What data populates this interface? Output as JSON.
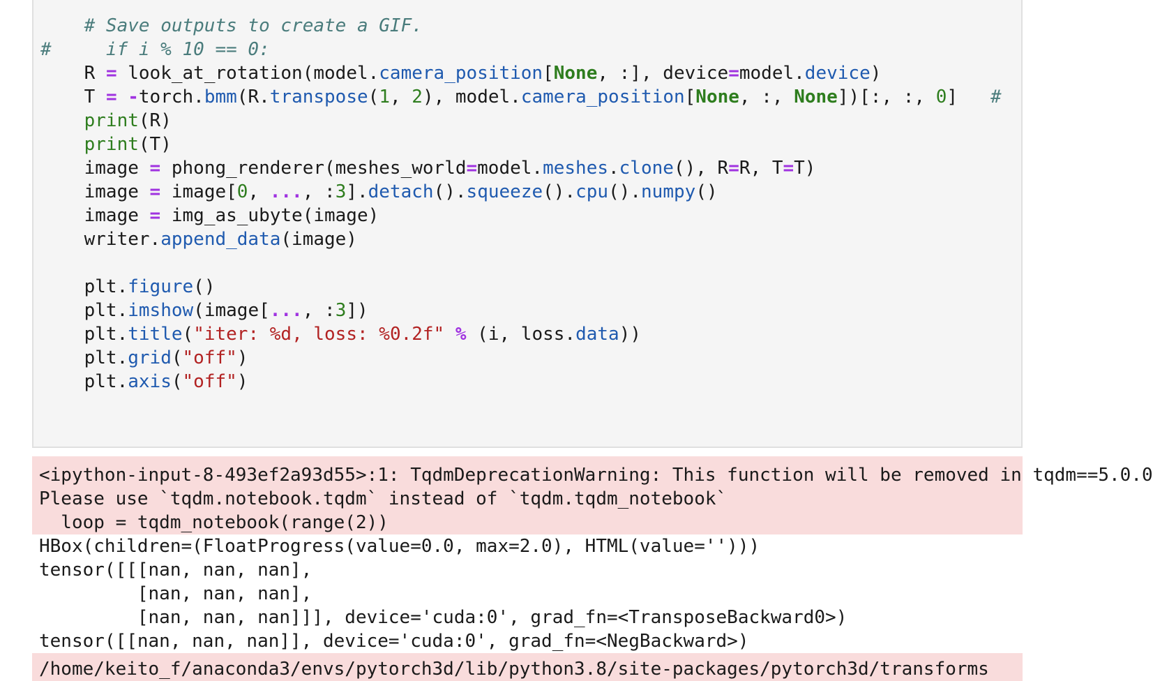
{
  "code_cell": {
    "lines": [
      {
        "indent": "    ",
        "tokens": [
          {
            "t": "# Save outputs to create a GIF.",
            "c": "cm"
          }
        ]
      },
      {
        "indent": "",
        "tokens": [
          {
            "t": "#     if i % 10 == 0:",
            "c": "cm"
          }
        ]
      },
      {
        "indent": "    ",
        "tokens": [
          {
            "t": "R ",
            "c": ""
          },
          {
            "t": "=",
            "c": "op"
          },
          {
            "t": " look_at_rotation(model.",
            "c": ""
          },
          {
            "t": "camera_position",
            "c": "fn"
          },
          {
            "t": "[",
            "c": ""
          },
          {
            "t": "None",
            "c": "kw"
          },
          {
            "t": ", :], device",
            "c": ""
          },
          {
            "t": "=",
            "c": "op"
          },
          {
            "t": "model.",
            "c": ""
          },
          {
            "t": "device",
            "c": "fn"
          },
          {
            "t": ")",
            "c": ""
          }
        ]
      },
      {
        "indent": "    ",
        "tokens": [
          {
            "t": "T ",
            "c": ""
          },
          {
            "t": "=",
            "c": "op"
          },
          {
            "t": " ",
            "c": ""
          },
          {
            "t": "-",
            "c": "op"
          },
          {
            "t": "torch.",
            "c": ""
          },
          {
            "t": "bmm",
            "c": "fn"
          },
          {
            "t": "(R.",
            "c": ""
          },
          {
            "t": "transpose",
            "c": "fn"
          },
          {
            "t": "(",
            "c": ""
          },
          {
            "t": "1",
            "c": "num"
          },
          {
            "t": ", ",
            "c": ""
          },
          {
            "t": "2",
            "c": "num"
          },
          {
            "t": "), model.",
            "c": ""
          },
          {
            "t": "camera_position",
            "c": "fn"
          },
          {
            "t": "[",
            "c": ""
          },
          {
            "t": "None",
            "c": "kw"
          },
          {
            "t": ", :, ",
            "c": ""
          },
          {
            "t": "None",
            "c": "kw"
          },
          {
            "t": "])[:, :, ",
            "c": ""
          },
          {
            "t": "0",
            "c": "num"
          },
          {
            "t": "]   ",
            "c": ""
          },
          {
            "t": "#",
            "c": "cm"
          }
        ]
      },
      {
        "indent": "    ",
        "tokens": [
          {
            "t": "print",
            "c": "bi"
          },
          {
            "t": "(R)",
            "c": ""
          }
        ]
      },
      {
        "indent": "    ",
        "tokens": [
          {
            "t": "print",
            "c": "bi"
          },
          {
            "t": "(T)",
            "c": ""
          }
        ]
      },
      {
        "indent": "    ",
        "tokens": [
          {
            "t": "image ",
            "c": ""
          },
          {
            "t": "=",
            "c": "op"
          },
          {
            "t": " phong_renderer(meshes_world",
            "c": ""
          },
          {
            "t": "=",
            "c": "op"
          },
          {
            "t": "model.",
            "c": ""
          },
          {
            "t": "meshes",
            "c": "fn"
          },
          {
            "t": ".",
            "c": ""
          },
          {
            "t": "clone",
            "c": "fn"
          },
          {
            "t": "(), R",
            "c": ""
          },
          {
            "t": "=",
            "c": "op"
          },
          {
            "t": "R, T",
            "c": ""
          },
          {
            "t": "=",
            "c": "op"
          },
          {
            "t": "T)",
            "c": ""
          }
        ]
      },
      {
        "indent": "    ",
        "tokens": [
          {
            "t": "image ",
            "c": ""
          },
          {
            "t": "=",
            "c": "op"
          },
          {
            "t": " image[",
            "c": ""
          },
          {
            "t": "0",
            "c": "num"
          },
          {
            "t": ", ",
            "c": ""
          },
          {
            "t": "...",
            "c": "op"
          },
          {
            "t": ", :",
            "c": ""
          },
          {
            "t": "3",
            "c": "num"
          },
          {
            "t": "].",
            "c": ""
          },
          {
            "t": "detach",
            "c": "fn"
          },
          {
            "t": "().",
            "c": ""
          },
          {
            "t": "squeeze",
            "c": "fn"
          },
          {
            "t": "().",
            "c": ""
          },
          {
            "t": "cpu",
            "c": "fn"
          },
          {
            "t": "().",
            "c": ""
          },
          {
            "t": "numpy",
            "c": "fn"
          },
          {
            "t": "()",
            "c": ""
          }
        ]
      },
      {
        "indent": "    ",
        "tokens": [
          {
            "t": "image ",
            "c": ""
          },
          {
            "t": "=",
            "c": "op"
          },
          {
            "t": " img_as_ubyte(image)",
            "c": ""
          }
        ]
      },
      {
        "indent": "    ",
        "tokens": [
          {
            "t": "writer.",
            "c": ""
          },
          {
            "t": "append_data",
            "c": "fn"
          },
          {
            "t": "(image)",
            "c": ""
          }
        ]
      },
      {
        "indent": "",
        "tokens": []
      },
      {
        "indent": "    ",
        "tokens": [
          {
            "t": "plt.",
            "c": ""
          },
          {
            "t": "figure",
            "c": "fn"
          },
          {
            "t": "()",
            "c": ""
          }
        ]
      },
      {
        "indent": "    ",
        "tokens": [
          {
            "t": "plt.",
            "c": ""
          },
          {
            "t": "imshow",
            "c": "fn"
          },
          {
            "t": "(image[",
            "c": ""
          },
          {
            "t": "...",
            "c": "op"
          },
          {
            "t": ", :",
            "c": ""
          },
          {
            "t": "3",
            "c": "num"
          },
          {
            "t": "])",
            "c": ""
          }
        ]
      },
      {
        "indent": "    ",
        "tokens": [
          {
            "t": "plt.",
            "c": ""
          },
          {
            "t": "title",
            "c": "fn"
          },
          {
            "t": "(",
            "c": ""
          },
          {
            "t": "\"iter: %d, loss: %0.2f\"",
            "c": "str"
          },
          {
            "t": " ",
            "c": ""
          },
          {
            "t": "%",
            "c": "op"
          },
          {
            "t": " (i, loss.",
            "c": ""
          },
          {
            "t": "data",
            "c": "fn"
          },
          {
            "t": "))",
            "c": ""
          }
        ]
      },
      {
        "indent": "    ",
        "tokens": [
          {
            "t": "plt.",
            "c": ""
          },
          {
            "t": "grid",
            "c": "fn"
          },
          {
            "t": "(",
            "c": ""
          },
          {
            "t": "\"off\"",
            "c": "str"
          },
          {
            "t": ")",
            "c": ""
          }
        ]
      },
      {
        "indent": "    ",
        "tokens": [
          {
            "t": "plt.",
            "c": ""
          },
          {
            "t": "axis",
            "c": "fn"
          },
          {
            "t": "(",
            "c": ""
          },
          {
            "t": "\"off\"",
            "c": "str"
          },
          {
            "t": ")",
            "c": ""
          }
        ]
      }
    ]
  },
  "output": {
    "stderr_warning": [
      "<ipython-input-8-493ef2a93d55>:1: TqdmDeprecationWarning: This function will be removed in tqdm==5.0.0",
      "Please use `tqdm.notebook.tqdm` instead of `tqdm.tqdm_notebook`",
      "  loop = tqdm_notebook(range(2))"
    ],
    "stdout": [
      "HBox(children=(FloatProgress(value=0.0, max=2.0), HTML(value='')))",
      "tensor([[[nan, nan, nan],",
      "         [nan, nan, nan],",
      "         [nan, nan, nan]]], device='cuda:0', grad_fn=<TransposeBackward0>)",
      "tensor([[nan, nan, nan]], device='cuda:0', grad_fn=<NegBackward>)"
    ],
    "stderr_trailing": [
      "/home/keito_f/anaconda3/envs/pytorch3d/lib/python3.8/site-packages/pytorch3d/transforms"
    ]
  },
  "colors": {
    "code_bg": "#f5f5f5",
    "stderr_bg": "#f9dcdc",
    "comment": "#4a7c7c",
    "keyword": "#2e7d1e",
    "operator": "#a033e0",
    "function": "#1f5aaf",
    "string": "#b22222"
  }
}
